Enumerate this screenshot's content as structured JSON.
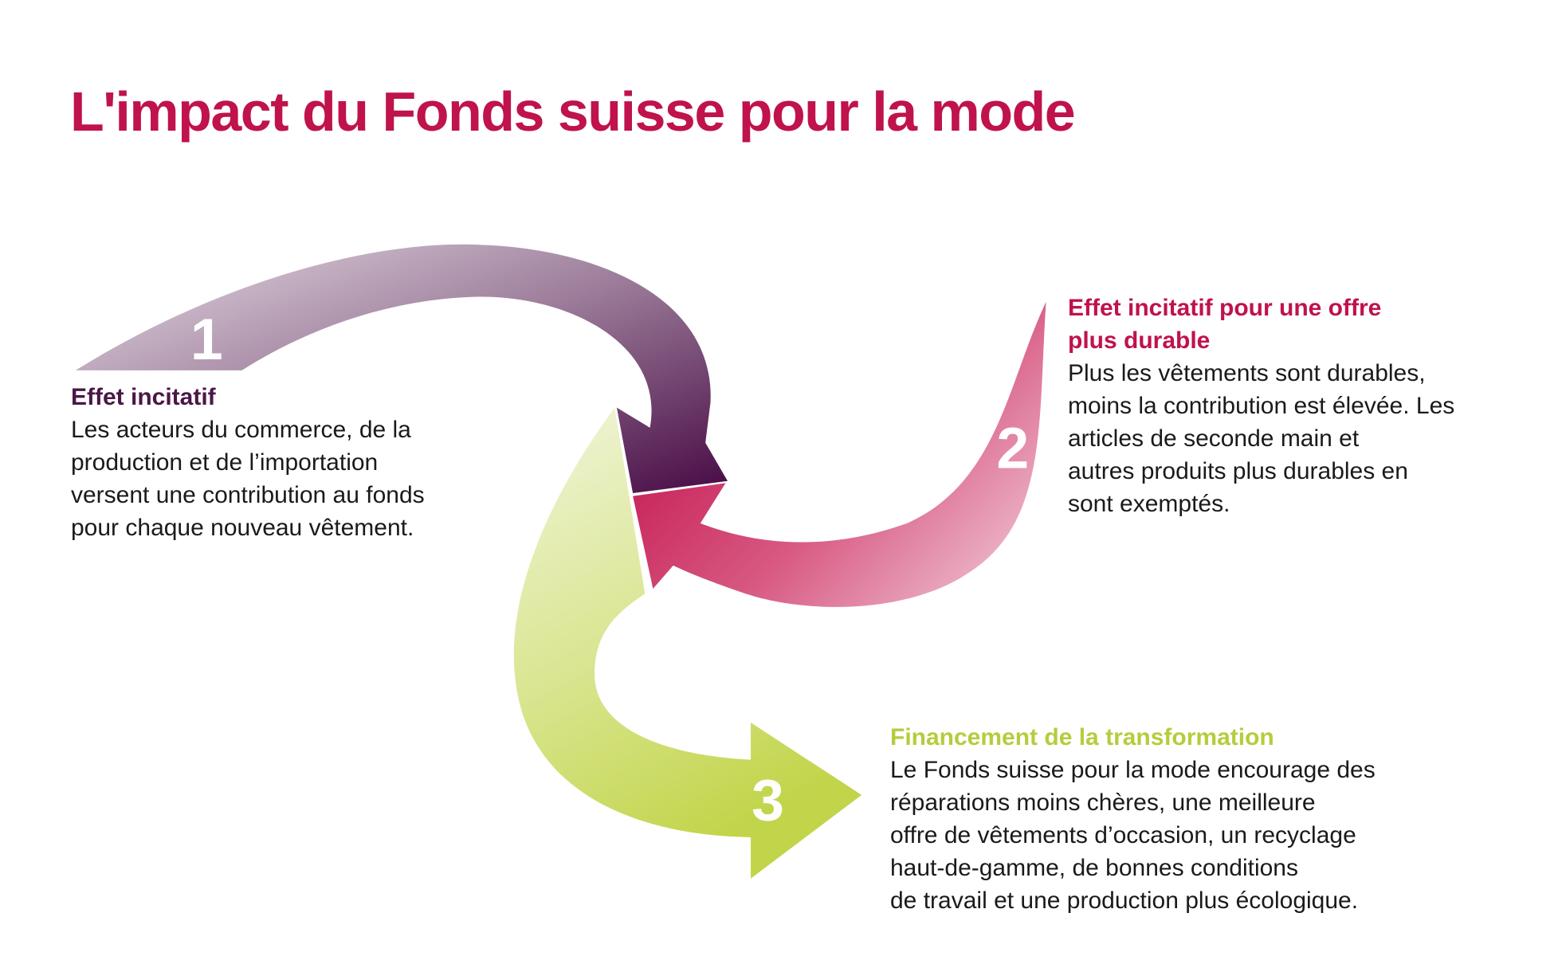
{
  "title": "L'impact du Fonds suisse pour la mode",
  "colors": {
    "title": "#c0124b",
    "step1": "#4b1746",
    "step2": "#c0124b",
    "step3": "#b6cc3c"
  },
  "steps": [
    {
      "number": "1",
      "heading": "Effet incitatif",
      "text": "Les acteurs du commerce, de la\nproduction et de l’importation\nversent une contribution au fonds\npour chaque nouveau vêtement."
    },
    {
      "number": "2",
      "heading": "Effet incitatif pour une offre\nplus durable",
      "text": "Plus les vêtements sont durables,\nmoins la contribution est élevée. Les\narticles de seconde main et\nautres produits plus durables en\nsont exemptés."
    },
    {
      "number": "3",
      "heading": "Financement de la transformation",
      "text": "Le Fonds suisse pour la mode encourage des\nréparations moins chères, une meilleure\noffre de vêtements d’occasion, un recyclage\nhaut-de-gamme, de bonnes conditions\nde travail et une production plus écologique."
    }
  ]
}
